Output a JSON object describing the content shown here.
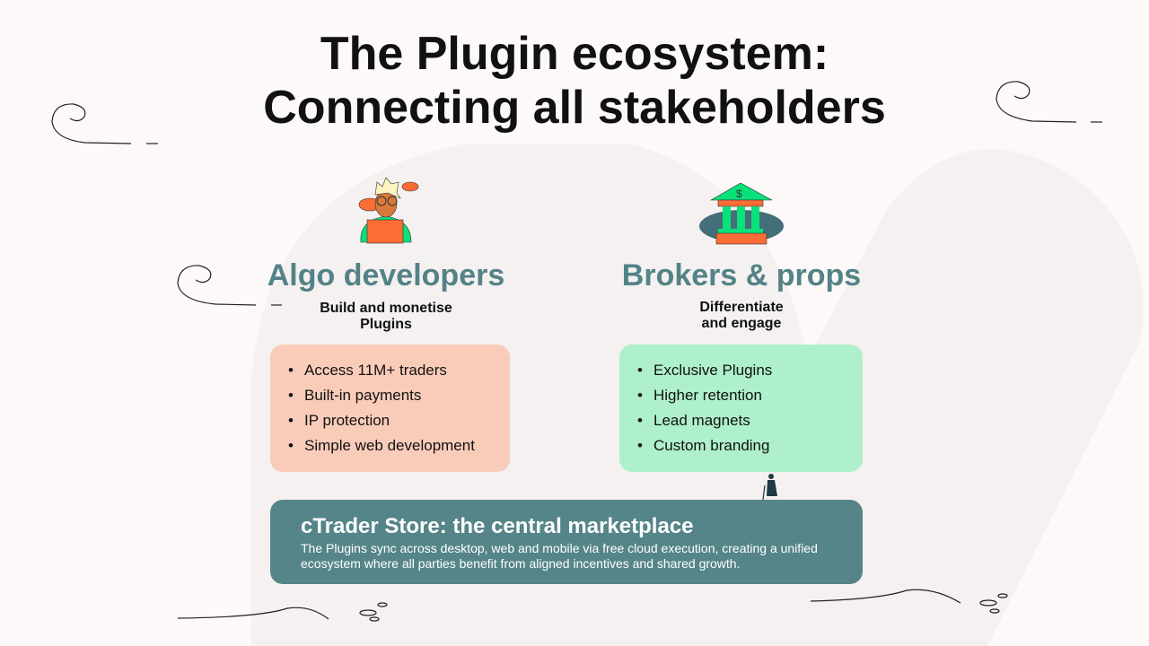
{
  "title_line1": "The Plugin ecosystem:",
  "title_line2": "Connecting all stakeholders",
  "columns": [
    {
      "heading": "Algo developers",
      "subtitle": "Build and monetise Plugins",
      "items": [
        "Access 11M+ traders",
        "Built-in payments",
        "IP protection",
        "Simple web development"
      ],
      "color": "#f9ccb9"
    },
    {
      "heading": "Brokers & props",
      "subtitle_line1": "Differentiate",
      "subtitle_line2": "and engage",
      "items": [
        "Exclusive Plugins",
        "Higher retention",
        "Lead magnets",
        "Custom branding"
      ],
      "color": "#aef0cb"
    }
  ],
  "store": {
    "title": "cTrader Store: the central marketplace",
    "text": "The Plugins sync across desktop, web and mobile via free cloud execution, creating a unified ecosystem where all parties benefit from aligned incentives and shared growth.",
    "color": "#558588"
  }
}
